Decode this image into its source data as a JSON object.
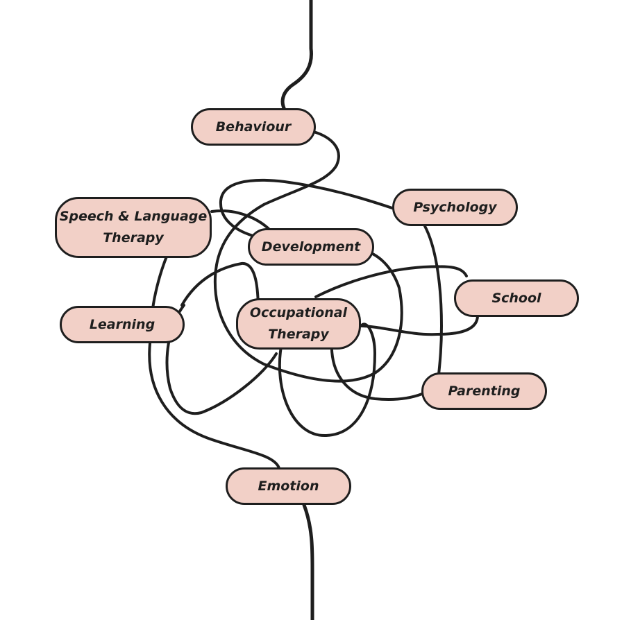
{
  "nodes": {
    "behaviour": "Behaviour",
    "speech_language_therapy": "Speech & Language\nTherapy",
    "psychology": "Psychology",
    "development": "Development",
    "school": "School",
    "learning": "Learning",
    "occupational_therapy": "Occupational\nTherapy",
    "parenting": "Parenting",
    "emotion": "Emotion"
  },
  "colors": {
    "pill_fill": "#f2d0c7",
    "stroke": "#1e1e1e",
    "background": "#ffffff"
  }
}
